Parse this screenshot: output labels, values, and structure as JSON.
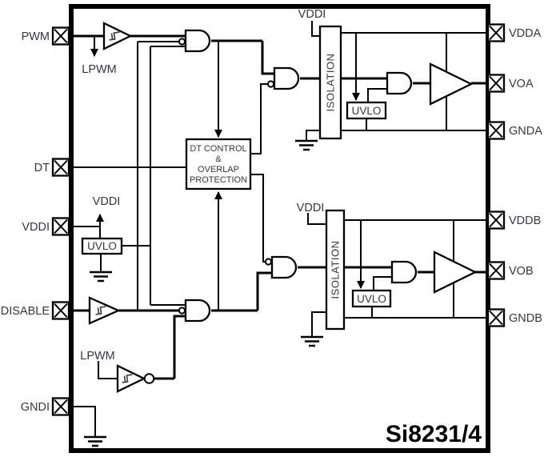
{
  "chip": {
    "part_number": "Si8231/4"
  },
  "pins": {
    "left": [
      "PWM",
      "DT",
      "VDDI",
      "DISABLE",
      "GNDI"
    ],
    "right": [
      "VDDA",
      "VOA",
      "GNDA",
      "VDDB",
      "VOB",
      "GNDB"
    ]
  },
  "net_labels": {
    "lpwm_top": "LPWM",
    "vddi_uvlo": "VDDI",
    "lpwm_bottom": "LPWM",
    "vddi_iso_a": "VDDI",
    "vddi_iso_b": "VDDI"
  },
  "blocks": {
    "dt_control_line1": "DT CONTROL",
    "dt_control_line2": "&",
    "dt_control_line3": "OVERLAP",
    "dt_control_line4": "PROTECTION",
    "uvlo_input": "UVLO",
    "uvlo_a": "UVLO",
    "uvlo_b": "UVLO",
    "isolation_a": "ISOLATION",
    "isolation_b": "ISOLATION"
  },
  "colors": {
    "line": "#000000",
    "text": "#36363e",
    "background": "#ffffff"
  }
}
